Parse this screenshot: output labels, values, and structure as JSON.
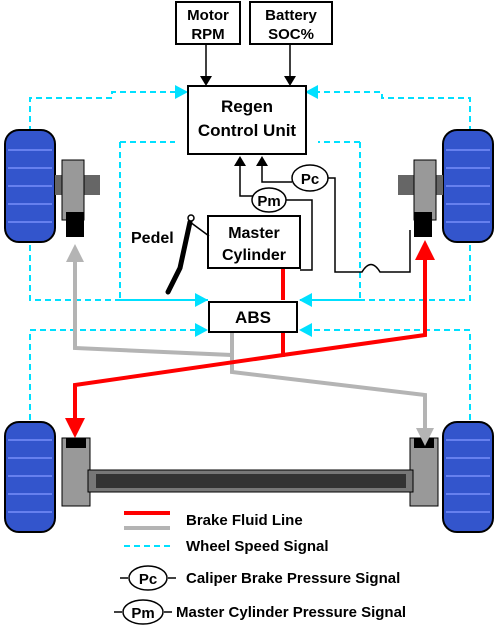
{
  "colors": {
    "brake_fluid_red": "#ff0000",
    "brake_fluid_gray": "#b4b4b4",
    "wheel_speed_signal": "#00e0ff",
    "tire_blue": "#3355cc",
    "signal_line": "#000000"
  },
  "boxes": {
    "motor_rpm": [
      "Motor",
      "RPM"
    ],
    "battery_soc": [
      "Battery",
      "SOC%"
    ],
    "regen_control_unit": [
      "Regen",
      "Control Unit"
    ],
    "master_cylinder": [
      "Master",
      "Cylinder"
    ],
    "abs": "ABS"
  },
  "labels": {
    "pedal": "Pedel",
    "pc_badge": "Pc",
    "pm_badge": "Pm"
  },
  "legend": {
    "brake_fluid_line": "Brake Fluid Line",
    "wheel_speed_signal": "Wheel Speed Signal",
    "pc_symbol": "Pc",
    "pc_desc": "Caliper Brake Pressure Signal",
    "pm_symbol": "Pm",
    "pm_desc": "Master Cylinder Pressure Signal"
  }
}
